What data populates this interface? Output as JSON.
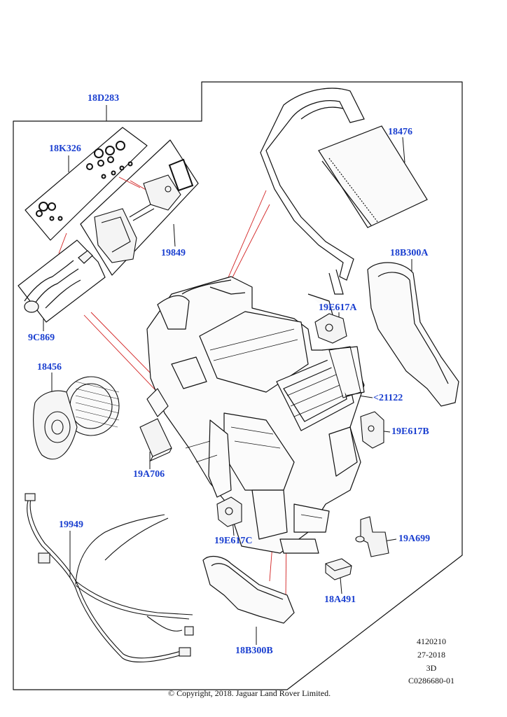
{
  "parts": {
    "p18D283": "18D283",
    "p18K326": "18K326",
    "p19849": "19849",
    "p9C869": "9C869",
    "p18476": "18476",
    "p18B300A": "18B300A",
    "p19E617A": "19E617A",
    "p21122": "<21122",
    "p18456": "18456",
    "p19E617B": "19E617B",
    "p19A706": "19A706",
    "p19949": "19949",
    "p19E617C": "19E617C",
    "p19A699": "19A699",
    "p18A491": "18A491",
    "p18B300B": "18B300B"
  },
  "meta": {
    "ref1": "4120210",
    "ref2": "27-2018",
    "ref3": "3D",
    "ref4": "C0286680-01",
    "copyright": "© Copyright, 2018. Jaguar Land Rover Limited."
  },
  "colors": {
    "label": "#1a3fd0",
    "line": "#111111",
    "leader_red": "#d22020"
  }
}
